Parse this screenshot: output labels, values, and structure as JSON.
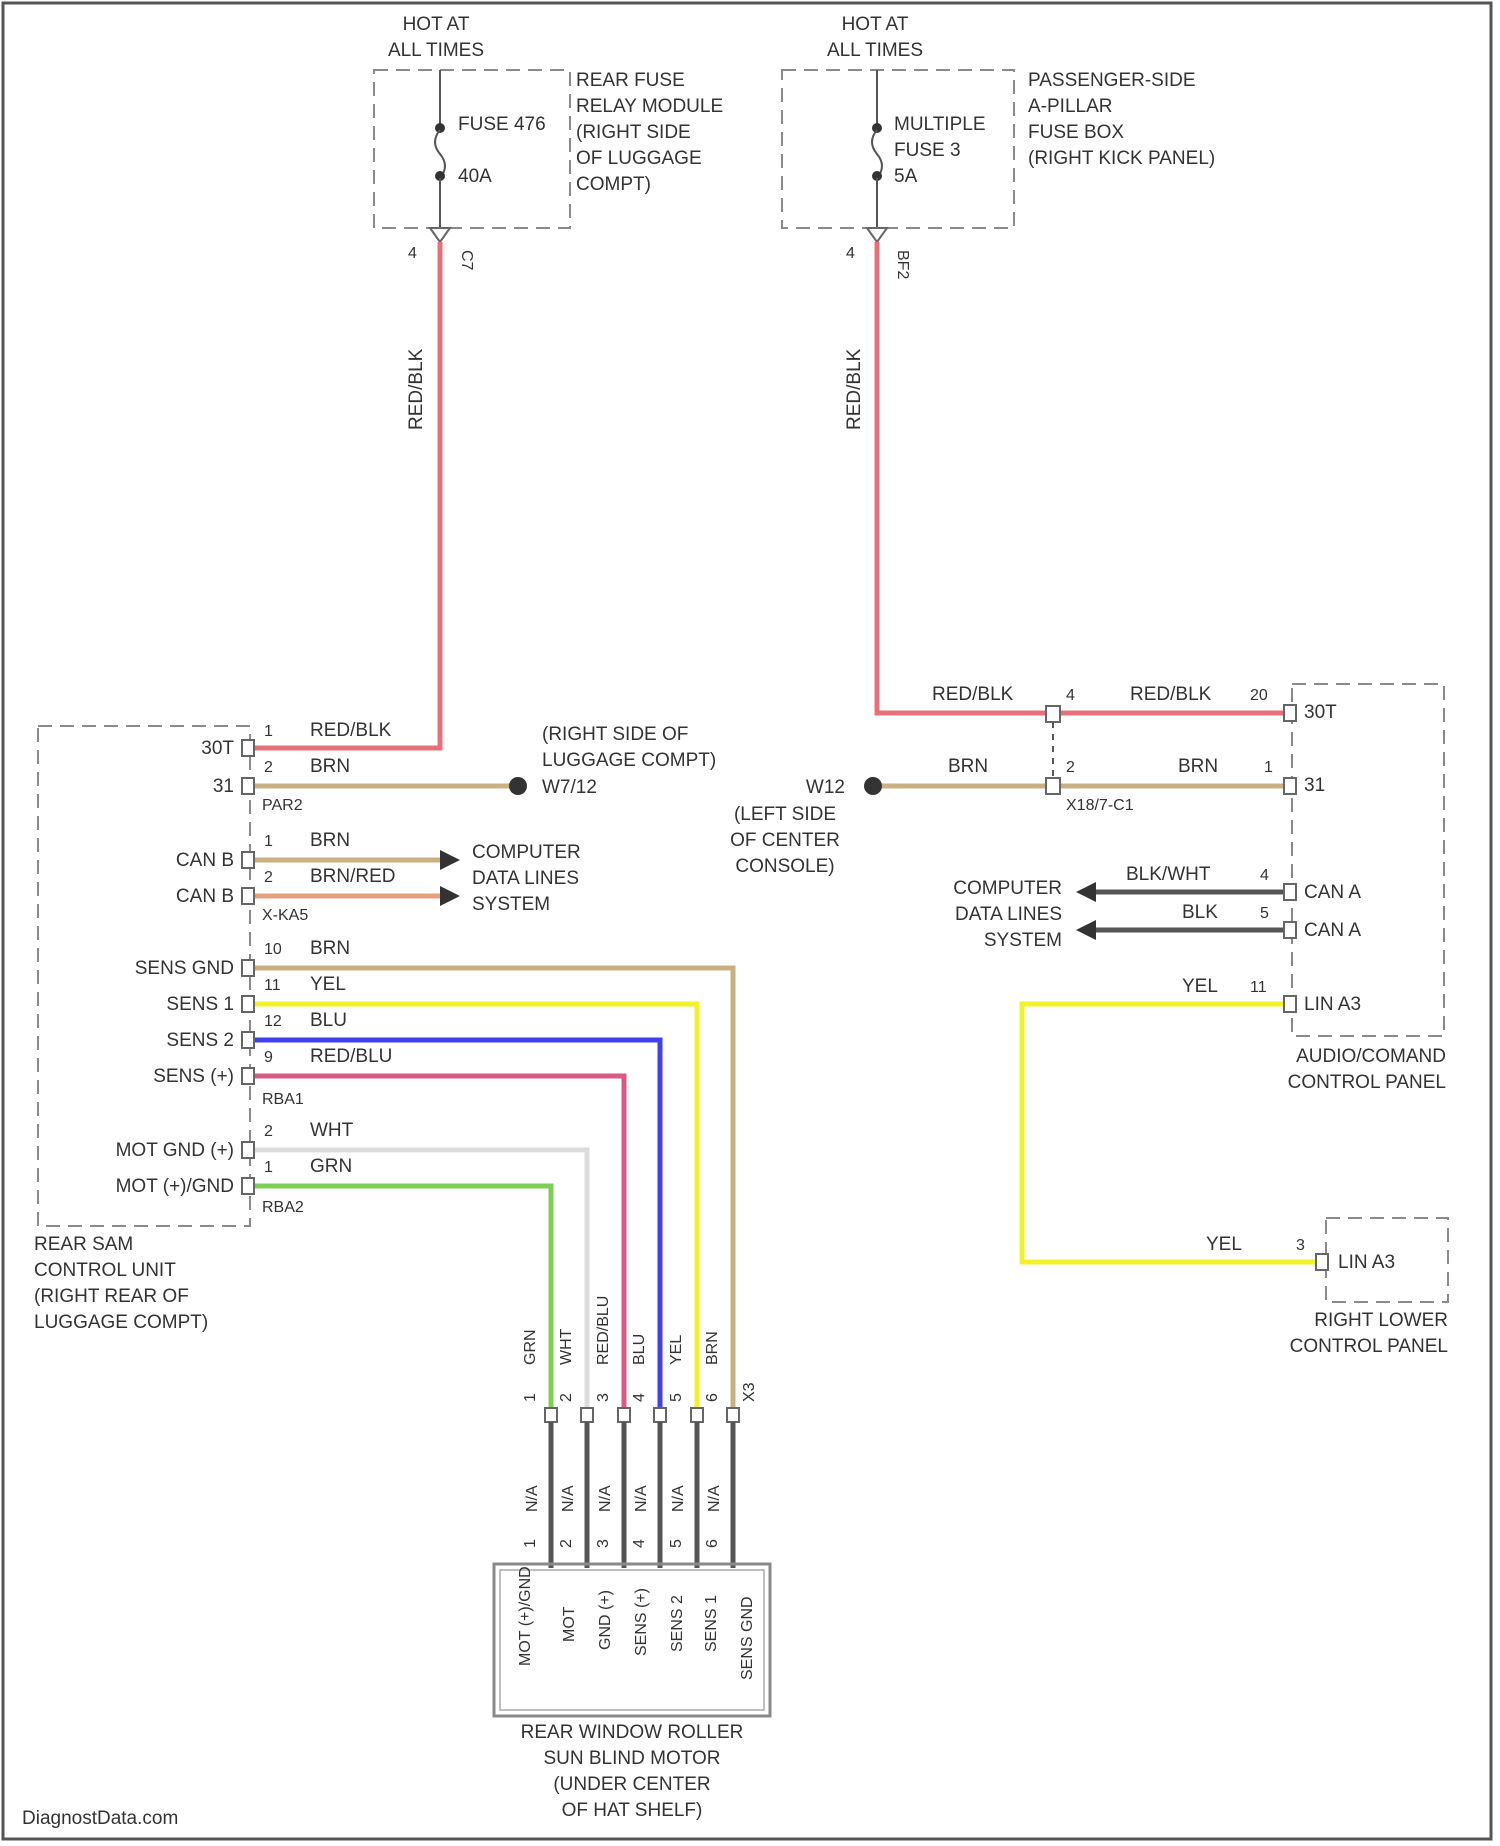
{
  "colors": {
    "red_blk": "#e8707a",
    "brn": "#c8b080",
    "brn_red": "#e6a080",
    "yel": "#f2f22a",
    "blu": "#4040ee",
    "red_blu": "#d65a82",
    "wht": "#dcdcdc",
    "grn": "#7ccf55",
    "gray": "#555555"
  },
  "power": {
    "left": {
      "hot": [
        "HOT AT",
        "ALL TIMES"
      ],
      "fuse": [
        "FUSE 476",
        "40A"
      ],
      "module": [
        "REAR FUSE",
        "RELAY MODULE",
        "(RIGHT SIDE",
        "OF LUGGAGE",
        "COMPT)"
      ],
      "conn": "C7",
      "pin": "4",
      "wire": "RED/BLK"
    },
    "right": {
      "hot": [
        "HOT AT",
        "ALL TIMES"
      ],
      "fuse": [
        "MULTIPLE",
        "FUSE 3",
        "5A"
      ],
      "module": [
        "PASSENGER-SIDE",
        "A-PILLAR",
        "FUSE BOX",
        "(RIGHT KICK PANEL)"
      ],
      "conn": "BF2",
      "pin": "4",
      "wire": "RED/BLK"
    }
  },
  "rear_sam": {
    "name": [
      "REAR SAM",
      "CONTROL UNIT",
      "(RIGHT REAR OF",
      "LUGGAGE COMPT)"
    ],
    "pins": [
      {
        "label": "30T",
        "pin": "1",
        "wire": "RED/BLK"
      },
      {
        "label": "31",
        "pin": "2",
        "wire": "BRN",
        "conn": "PAR2"
      },
      {
        "label": "CAN B",
        "pin": "1",
        "wire": "BRN"
      },
      {
        "label": "CAN B",
        "pin": "2",
        "wire": "BRN/RED",
        "conn": "X-KA5"
      },
      {
        "label": "SENS GND",
        "pin": "10",
        "wire": "BRN"
      },
      {
        "label": "SENS 1",
        "pin": "11",
        "wire": "YEL"
      },
      {
        "label": "SENS 2",
        "pin": "12",
        "wire": "BLU"
      },
      {
        "label": "SENS (+)",
        "pin": "9",
        "wire": "RED/BLU",
        "conn": "RBA1"
      },
      {
        "label": "MOT GND (+)",
        "pin": "2",
        "wire": "WHT"
      },
      {
        "label": "MOT (+)/GND",
        "pin": "1",
        "wire": "GRN",
        "conn": "RBA2"
      }
    ]
  },
  "ground_right": {
    "name": "W7/12",
    "location": [
      "(RIGHT SIDE OF",
      "LUGGAGE COMPT)"
    ]
  },
  "ground_left": {
    "name": "W12",
    "location": [
      "(LEFT SIDE",
      "OF CENTER",
      "CONSOLE)"
    ]
  },
  "data_lines": [
    "COMPUTER",
    "DATA LINES",
    "SYSTEM"
  ],
  "audio": {
    "name": [
      "AUDIO/COMAND",
      "CONTROL PANEL"
    ],
    "splice_conn": "X18/7-C1",
    "pins": [
      {
        "label": "30T",
        "pin": "20",
        "wire": "RED/BLK"
      },
      {
        "label": "31",
        "pin": "1",
        "wire": "BRN"
      },
      {
        "label": "CAN A",
        "pin": "4",
        "wire": "BLK/WHT"
      },
      {
        "label": "CAN A",
        "pin": "5",
        "wire": "BLK"
      },
      {
        "label": "LIN A3",
        "pin": "11",
        "wire": "YEL"
      }
    ],
    "splice_pins": [
      {
        "pin": "4",
        "wire": "RED/BLK"
      },
      {
        "pin": "2",
        "wire": "BRN"
      }
    ]
  },
  "lower_panel": {
    "name": [
      "RIGHT LOWER",
      "CONTROL PANEL"
    ],
    "pin": {
      "label": "LIN A3",
      "pin": "3",
      "wire": "YEL"
    }
  },
  "motor": {
    "name": [
      "REAR WINDOW ROLLER",
      "SUN BLIND MOTOR",
      "(UNDER CENTER",
      "OF HAT SHELF)"
    ],
    "upper_wires": [
      "GRN",
      "WHT",
      "RED/BLU",
      "BLU",
      "YEL",
      "BRN"
    ],
    "upper_pins": [
      "1",
      "2",
      "3",
      "4",
      "5",
      "6"
    ],
    "upper_conn": "X3",
    "lower_wires": [
      "N/A",
      "N/A",
      "N/A",
      "N/A",
      "N/A",
      "N/A"
    ],
    "lower_pins": [
      "1",
      "2",
      "3",
      "4",
      "5",
      "6"
    ],
    "terminals": [
      "MOT (+)/GND",
      "MOT",
      "GND (+)",
      "SENS (+)",
      "SENS 2",
      "SENS 1",
      "SENS GND"
    ]
  },
  "watermark": "DiagnostData.com"
}
